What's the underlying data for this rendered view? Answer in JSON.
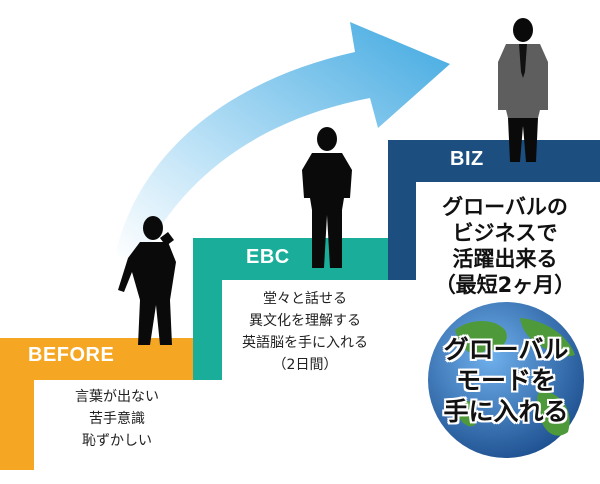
{
  "stages": [
    {
      "label": "BEFORE",
      "color": "#F5A623",
      "lines": [
        "言葉が出ない",
        "苦手意識",
        "恥ずかしい"
      ]
    },
    {
      "label": "EBC",
      "color": "#1AAE9A",
      "lines": [
        "堂々と話せる",
        "異文化を理解する",
        "英語脳を手に入れる",
        "（2日間）"
      ]
    },
    {
      "label": "BIZ",
      "color": "#1C4E80",
      "lines": [
        "グローバルの",
        "ビジネスで",
        "活躍出来る",
        "（最短2ヶ月）"
      ]
    }
  ],
  "globe": {
    "lines": [
      "グローバル",
      "モードを",
      "手に入れる"
    ],
    "ocean_color": "#2F6FB3",
    "land_color": "#4E9A3A"
  },
  "arrow_color": "#3FA8E0",
  "icons": {
    "arrow": "curved-progress-arrow-icon",
    "person_before": "thinking-person-silhouette-icon",
    "person_ebc": "confident-person-silhouette-icon",
    "person_biz": "businessman-suit-icon",
    "globe": "earth-globe-icon"
  }
}
